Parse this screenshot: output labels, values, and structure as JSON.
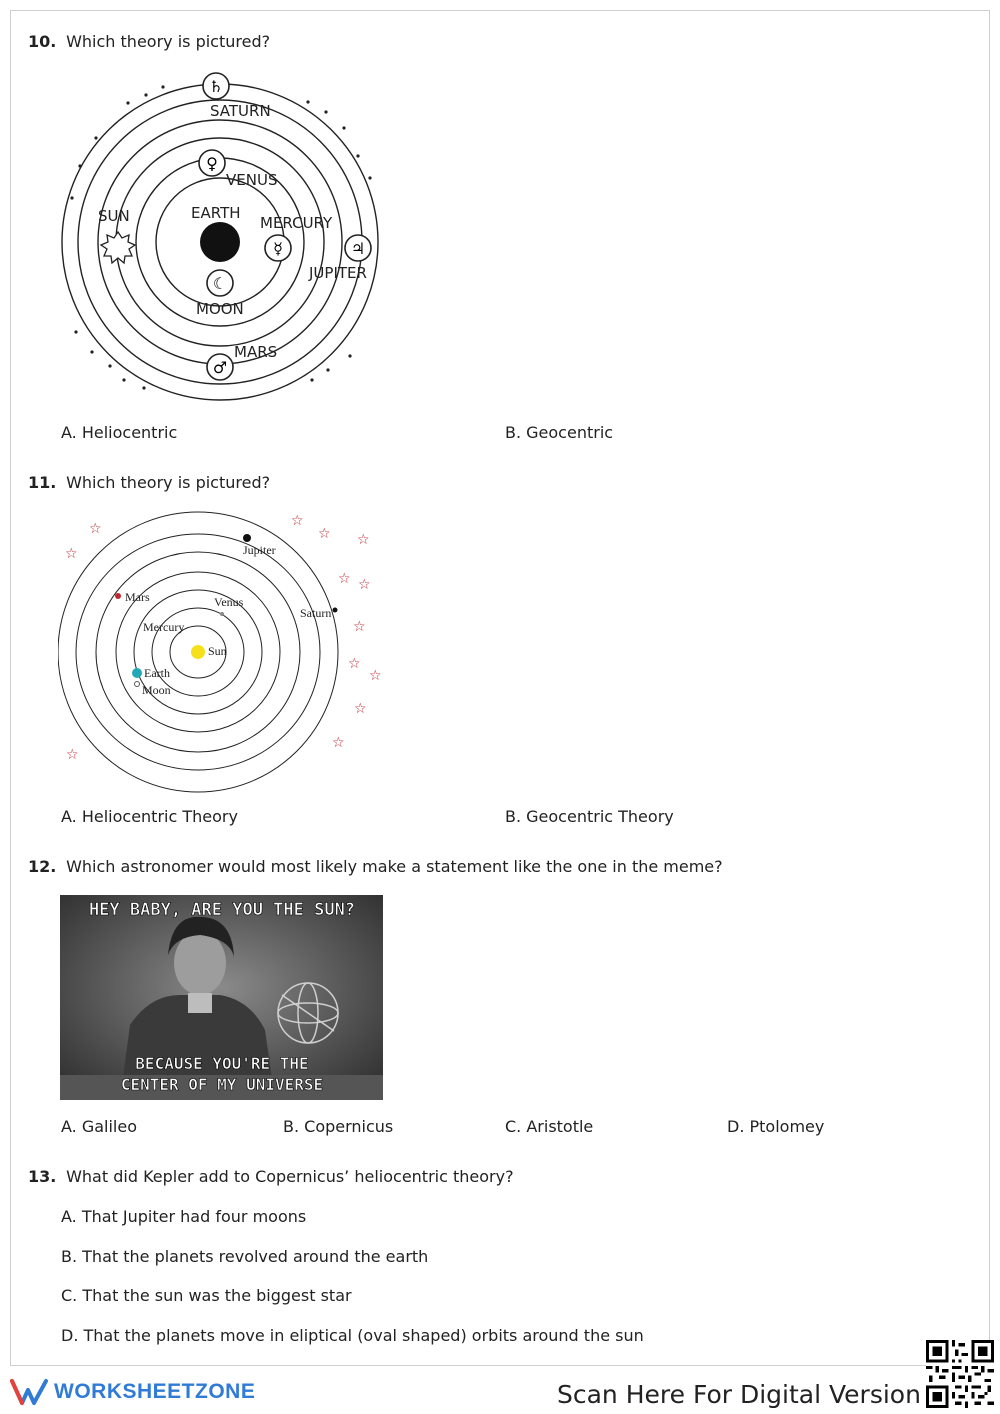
{
  "questions": [
    {
      "number": "10.",
      "text": "Which theory is pictured?",
      "diagram_labels": {
        "saturn": "SATURN",
        "venus": "VENUS",
        "sun": "SUN",
        "earth": "EARTH",
        "mercury": "MERCURY",
        "jupiter": "JUPITER",
        "moon": "MOON",
        "mars": "MARS"
      },
      "options": [
        "A. Heliocentric",
        "B. Geocentric"
      ]
    },
    {
      "number": "11.",
      "text": "Which theory is pictured?",
      "diagram_labels": {
        "jupiter": "Jupiter",
        "mars": "Mars",
        "venus": "Venus",
        "saturn": "Saturn",
        "mercury": "Mercury",
        "sun": "Sun",
        "earth": "Earth",
        "moon": "Moon"
      },
      "options": [
        "A. Heliocentric Theory",
        "B. Geocentric Theory"
      ]
    },
    {
      "number": "12.",
      "text": "Which astronomer would most likely make a statement like the one in the meme?",
      "meme": {
        "top": "HEY BABY, ARE YOU THE SUN?",
        "bottom_1": "BECAUSE YOU'RE THE",
        "bottom_2": "CENTER OF MY UNIVERSE"
      },
      "options": [
        "A. Galileo",
        "B. Copernicus",
        "C. Aristotle",
        "D. Ptolomey"
      ]
    },
    {
      "number": "13.",
      "text": "What did Kepler add to Copernicus’ heliocentric theory?",
      "options": [
        "A. That Jupiter had four moons",
        "B. That the planets revolved around the earth",
        "C. That the sun was the biggest star",
        "D. That the planets move in eliptical (oval shaped) orbits around the sun"
      ]
    }
  ],
  "footer": {
    "brand": "WORKSHEETZONE",
    "scan_text": "Scan Here For Digital Version",
    "logo_icon": "w-logo-icon",
    "qr_icon": "qr-code-icon",
    "brand_color": "#2f7bd6"
  }
}
